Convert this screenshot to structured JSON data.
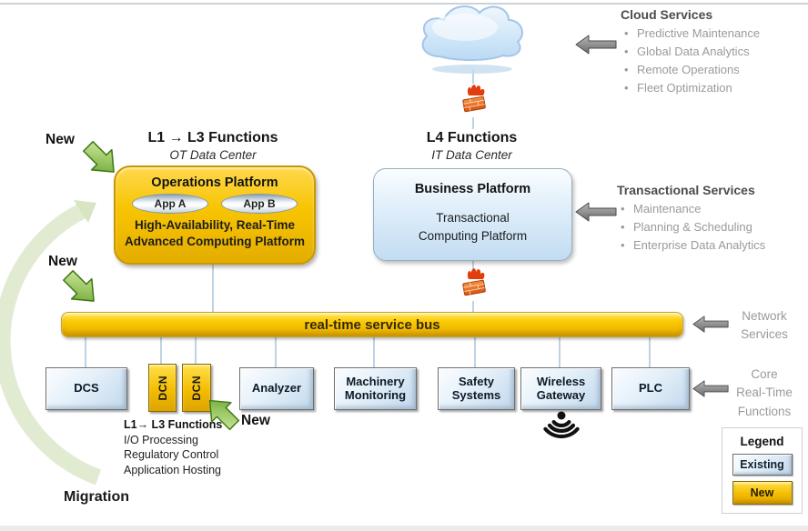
{
  "colors": {
    "new_yellow": "#F6C101",
    "existing_blue": "#D8E8F7",
    "bus_yellow": "#F8C70A",
    "green_arrow": "#7CB940",
    "gray_arrow": "#8C8C8C",
    "firewall_orange": "#E8641E"
  },
  "icons": {
    "cloud": "cloud-icon",
    "firewall": "firewall-icon",
    "wifi": "wifi-icon",
    "gray_arrow": "arrow-left-icon",
    "green_arrow": "new-arrow-icon",
    "migration_arc": "migration-arc-icon"
  },
  "labels": {
    "new": "New",
    "migration": "Migration"
  },
  "cloud_services": {
    "title": "Cloud Services",
    "items": [
      "Predictive Maintenance",
      "Global Data Analytics",
      "Remote Operations",
      "Fleet Optimization"
    ]
  },
  "transactional_services": {
    "title": "Transactional Services",
    "items": [
      "Maintenance",
      "Planning & Scheduling",
      "Enterprise Data Analytics"
    ]
  },
  "network_services": {
    "lines": [
      "Network",
      "Services"
    ]
  },
  "core_functions": {
    "lines": [
      "Core",
      "Real-Time",
      "Functions"
    ]
  },
  "ot_section": {
    "header": "L1 → L3 Functions",
    "subheader": "OT Data Center",
    "platform": {
      "title": "Operations Platform",
      "app_a": "App A",
      "app_b": "App B",
      "desc1": "High-Availability, Real-Time",
      "desc2": "Advanced Computing Platform"
    }
  },
  "it_section": {
    "header": "L4 Functions",
    "subheader": "IT Data Center",
    "platform": {
      "title": "Business Platform",
      "desc1": "Transactional",
      "desc2": "Computing Platform"
    }
  },
  "bus": {
    "label": "real-time service bus"
  },
  "devices": [
    {
      "label": "DCS",
      "type": "existing"
    },
    {
      "label": "DCN",
      "type": "new"
    },
    {
      "label": "DCN",
      "type": "new"
    },
    {
      "label": "Analyzer",
      "type": "existing"
    },
    {
      "label": "Machinery Monitoring",
      "type": "existing"
    },
    {
      "label": "Safety Systems",
      "type": "existing"
    },
    {
      "label": "Wireless Gateway",
      "type": "existing"
    },
    {
      "label": "PLC",
      "type": "existing"
    }
  ],
  "dcn_functions": {
    "title": "L1→ L3 Functions",
    "items": [
      "I/O Processing",
      "Regulatory Control",
      "Application Hosting"
    ]
  },
  "legend": {
    "title": "Legend",
    "existing_label": "Existing",
    "new_label": "New"
  }
}
